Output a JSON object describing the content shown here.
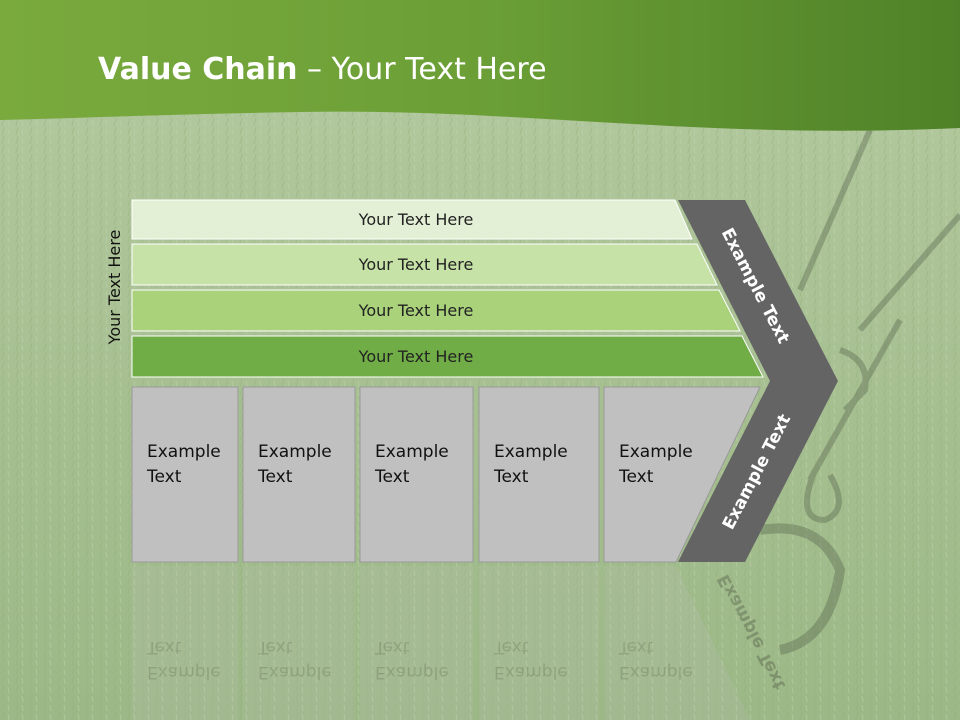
{
  "title": {
    "bold": "Value Chain",
    "rest": " – Your Text Here"
  },
  "side_label": "Your Text Here",
  "bars": [
    {
      "label": "Your Text Here",
      "color": "#e3f0d5"
    },
    {
      "label": "Your Text Here",
      "color": "#c6e2a7"
    },
    {
      "label": "Your Text Here",
      "color": "#a9d27b"
    },
    {
      "label": "Your Text Here",
      "color": "#70ad47"
    }
  ],
  "boxes": [
    {
      "line1": "Example",
      "line2": "Text"
    },
    {
      "line1": "Example",
      "line2": "Text"
    },
    {
      "line1": "Example",
      "line2": "Text"
    },
    {
      "line1": "Example",
      "line2": "Text"
    },
    {
      "line1": "Example",
      "line2": "Text"
    }
  ],
  "chevron": {
    "upper": "Example Text",
    "lower": "Example Text"
  },
  "colors": {
    "header_green": "#5e9430",
    "grass": "#a7c090",
    "box_gray": "#c0c0c0",
    "chevron_gray": "#646464"
  }
}
